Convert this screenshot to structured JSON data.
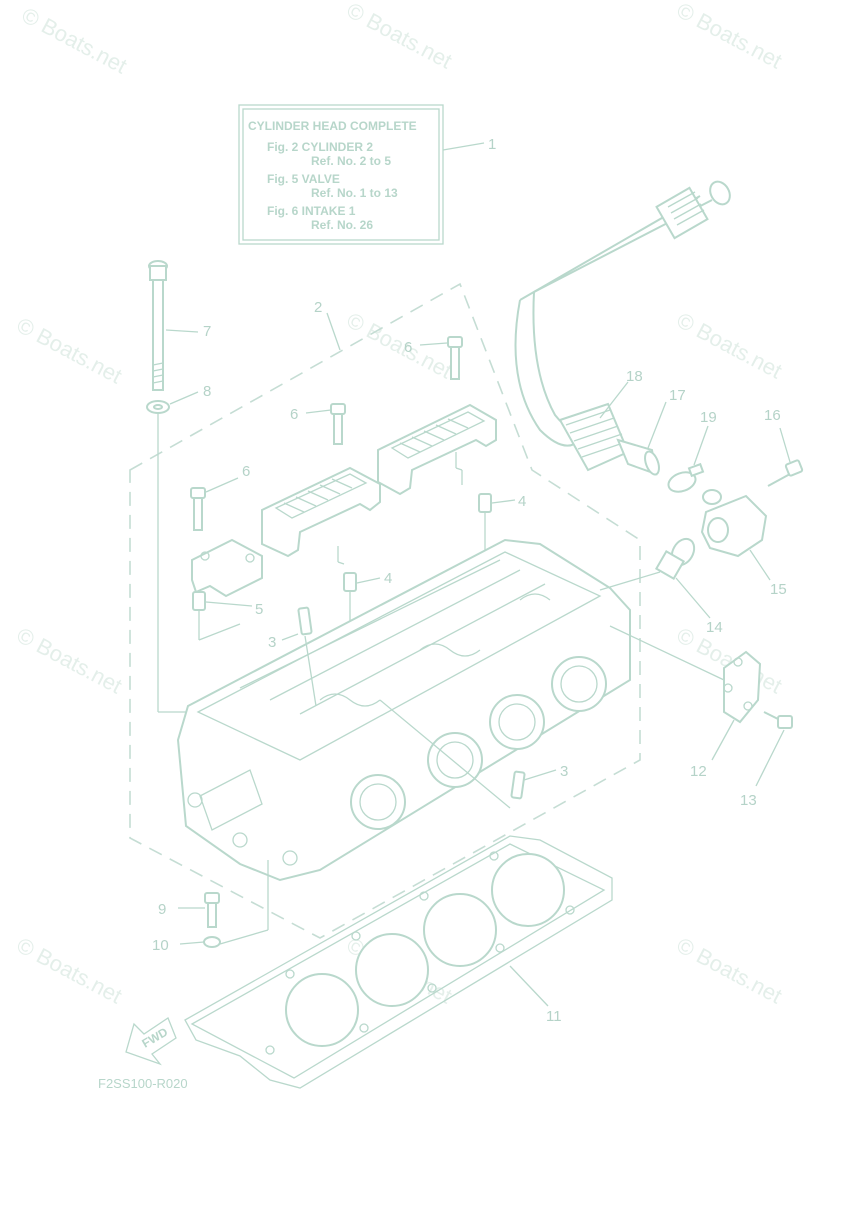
{
  "watermark_text": "© Boats.net",
  "ref_box": {
    "title": "CYLINDER HEAD COMPLETE",
    "lines": [
      {
        "fig": "Fig. 2 CYLINDER 2",
        "ref": "Ref. No. 2 to 5"
      },
      {
        "fig": "Fig. 5 VALVE",
        "ref": "Ref. No. 1 to 13"
      },
      {
        "fig": "Fig. 6 INTAKE 1",
        "ref": "Ref. No. 26"
      }
    ]
  },
  "callouts": {
    "c1": "1",
    "c2": "2",
    "c3a": "3",
    "c3b": "3",
    "c4a": "4",
    "c4b": "4",
    "c5": "5",
    "c6a": "6",
    "c6b": "6",
    "c6c": "6",
    "c7": "7",
    "c8": "8",
    "c9": "9",
    "c10": "10",
    "c11": "11",
    "c12": "12",
    "c13": "13",
    "c14": "14",
    "c15": "15",
    "c16": "16",
    "c17": "17",
    "c18": "18",
    "c19": "19"
  },
  "fwd_label": "FWD",
  "diagram_code": "F2SS100-R020",
  "colors": {
    "line": "#b9d8cc",
    "watermark": "#e4efea"
  }
}
